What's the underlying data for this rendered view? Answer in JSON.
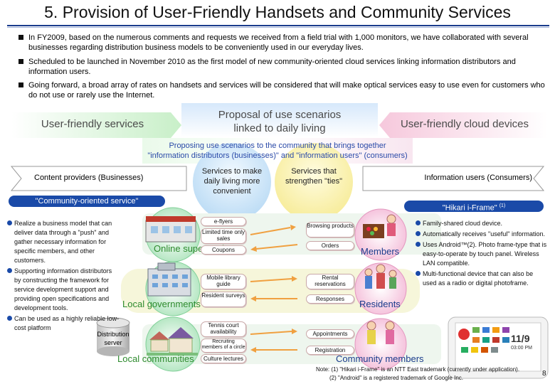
{
  "title": "5. Provision of User-Friendly Handsets and Community Services",
  "bullets": [
    "In FY2009, based on the numerous comments and requests we received from a field trial with 1,000 monitors, we have collaborated with several businesses regarding distribution business models to be conveniently used in our everyday lives.",
    "Scheduled to be launched in November 2010 as the first model of new community-oriented cloud services linking information distributors and information users.",
    "Going forward, a broad array of rates on handsets and services will be considered that will make optical services easy to use even for customers who do not use or rarely use the Internet."
  ],
  "banner": {
    "left": "User-friendly services",
    "center_line1": "Proposal of use scenarios",
    "center_line2": "linked to daily living",
    "right": "User-friendly cloud devices"
  },
  "proposing": {
    "line1": "Proposing use scenarios to the community that brings together",
    "line2": "\"information distributors (businesses)\" and \"information users\" (consumers)"
  },
  "providers": "Content providers (Businesses)",
  "users": "Information users (Consumers)",
  "circle_left": "Services to make daily living more convenient",
  "circle_right": "Services that strengthen \"ties\"",
  "community_tag": "\"Community-oriented service\"",
  "hikari_tag": "\"Hikari i-Frame\"",
  "hikari_sup": "(1)",
  "left_list": [
    "Realize a business model that can deliver data through a \"push\" and gather necessary information for specific members, and other customers.",
    "Supporting information distributors by constructing the framework for service development support and providing open specifications and development tools.",
    "Can be used as a highly reliable low-cost platform"
  ],
  "right_list": [
    "Family-shared cloud device.",
    "Automatically receives \"useful\" information.",
    "Uses Android™(2). Photo frame-type that is easy-to-operate by touch panel. Wireless LAN compatible.",
    "Multi-functional device that can also be used as a radio or digital photoframe."
  ],
  "distribution_server": "Distribution server",
  "rows": [
    {
      "provider": "Online supermarkets",
      "services": [
        "e-flyers",
        "Limited time only sales",
        "Coupons"
      ],
      "replies": [
        "Browsing products",
        "Orders"
      ],
      "consumer": "Members"
    },
    {
      "provider": "Local governments",
      "services": [
        "Mobile library guide",
        "Resident surveys"
      ],
      "replies": [
        "Rental reservations",
        "Responses"
      ],
      "consumer": "Residents"
    },
    {
      "provider": "Local communities",
      "services": [
        "Tennis court availability",
        "Recruiting members of a circle",
        "Culture lectures"
      ],
      "replies": [
        "Appointments",
        "Registration"
      ],
      "consumer": "Community members"
    }
  ],
  "device_clock": "11/9",
  "device_time": "03:00 PM",
  "notes": {
    "line1": "Note: (1) \"Hikari i-Frame\" is an NTT East trademark (currently under application).",
    "line2": "(2) \"Android\" is a registered trademark of Google Inc."
  },
  "page_number": "8",
  "colors": {
    "title_rule": "#1a3c8c",
    "accent_blue": "#1a4aa8",
    "provider_green": "#2e8b2e",
    "consumer_blue": "#1a3c8c",
    "orange_arrow": "#f0a040"
  }
}
